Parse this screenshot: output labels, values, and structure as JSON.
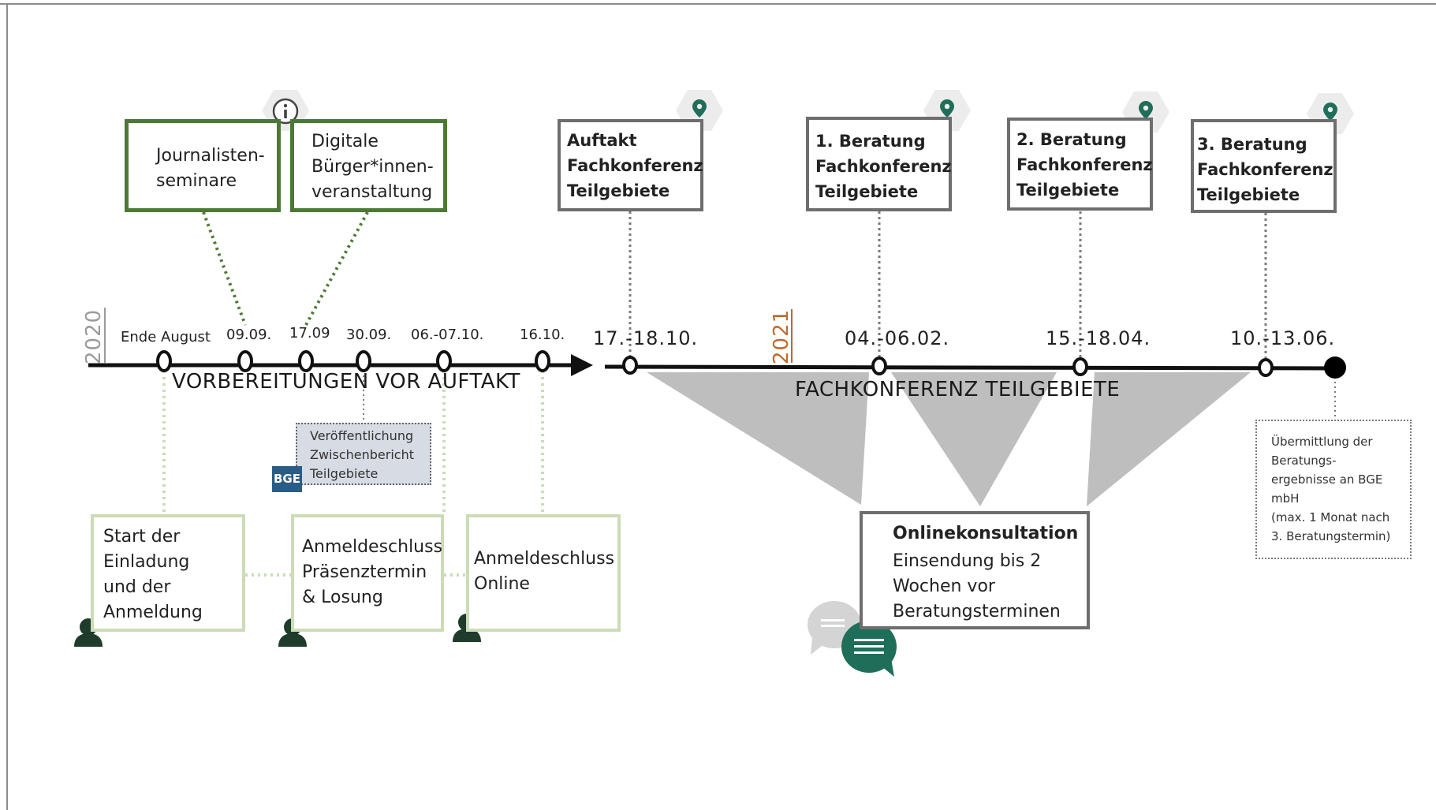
{
  "years": {
    "start": "2020",
    "mid": "2021"
  },
  "phases": {
    "preparation": "VORBEREITUNGEN VOR AUFTAKT",
    "conference": "FACHKONFERENZ TEILGEBIETE"
  },
  "dates": {
    "ende_august": "Ende August",
    "d0909": "09.09.",
    "d1709": "17.09",
    "d3009": "30.09.",
    "d0607": "06.-07.10.",
    "d1610": "16.10.",
    "d1718": "17.-18.10.",
    "d0406": "04.-06.02.",
    "d1518": "15.-18.04.",
    "d1013": "10.-13.06."
  },
  "top_boxes": {
    "journalisten": "Journalisten-\nseminare",
    "digitale": "Digitale\nBürger*innen-\nveranstaltung",
    "auftakt": "Auftakt\nFachkonferenz\nTeilgebiete",
    "beratung1": "1. Beratung\nFachkonferenz\nTeilgebiete",
    "beratung2": "2. Beratung\nFachkonferenz\nTeilgebiete",
    "beratung3": "3. Beratung\nFachkonferenz\nTeilgebiete"
  },
  "bottom_boxes": {
    "start": "Start der\nEinladung\nund der\nAnmeldung",
    "anmeldeschluss_praesenz": "Anmeldeschluss\nPräsenztermin\n& Losung",
    "anmeldeschluss_online": "Anmeldeschluss\nOnline"
  },
  "publication": {
    "text": "Veröffentlichung\nZwischenbericht\nTeilgebiete",
    "logo": "BGE"
  },
  "online": {
    "title": "Onlinekonsultation",
    "body": "Einsendung bis 2\nWochen vor\nBeratungsterminen"
  },
  "transmission": "Übermittlung der\nBeratungs-\nergebnisse an BGE\nmbH\n(max. 1 Monat nach\n3. Beratungstermin)",
  "icons": [
    "info-icon",
    "location-pin-icon",
    "person-icon",
    "chat-bubbles-icon"
  ],
  "colors": {
    "dark_green": "#4c7a35",
    "light_green": "#cbdcb6",
    "gray_box": "#6e6e6e",
    "wedge": "#bebebe",
    "year_2021": "#c0692a",
    "teal": "#1f6e5a",
    "publication_bg": "#d6dbe4",
    "bge_logo": "#2a5d86"
  }
}
